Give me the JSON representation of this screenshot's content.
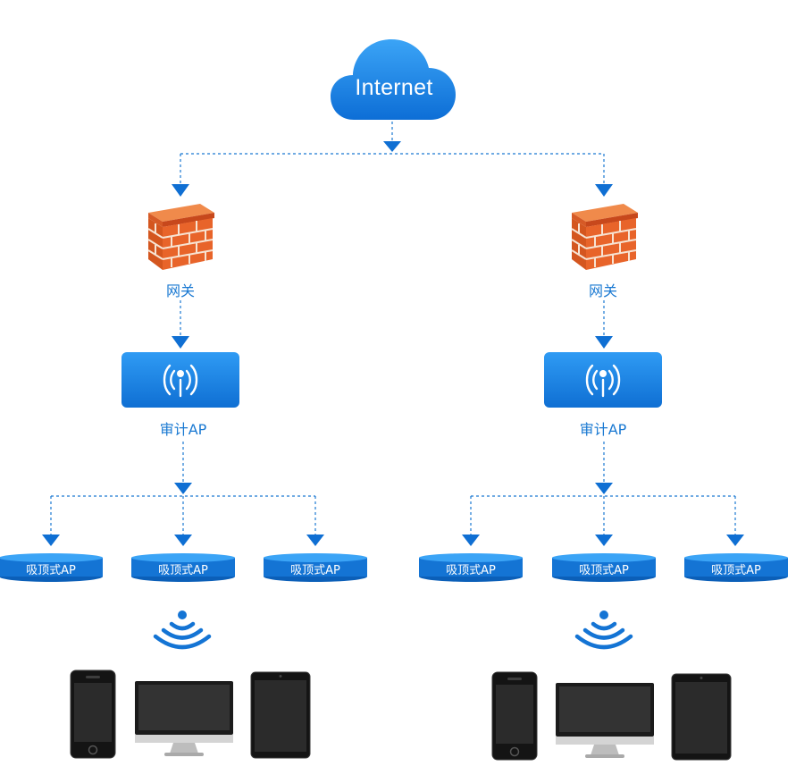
{
  "internet_label": "Internet",
  "branches": [
    {
      "gateway_label": "网关",
      "audit_ap_label": "审计AP",
      "ceiling_aps": [
        "吸顶式AP",
        "吸顶式AP",
        "吸顶式AP"
      ]
    },
    {
      "gateway_label": "网关",
      "audit_ap_label": "审计AP",
      "ceiling_aps": [
        "吸顶式AP",
        "吸顶式AP",
        "吸顶式AP"
      ]
    }
  ],
  "colors": {
    "accent": "#0f6fd3",
    "label": "#1a79d2",
    "brick": "#e8642a"
  },
  "icons": [
    "cloud-icon",
    "firewall-icon",
    "wireless-ap-icon",
    "wifi-signal-icon",
    "smartphone-icon",
    "monitor-icon",
    "tablet-icon"
  ]
}
